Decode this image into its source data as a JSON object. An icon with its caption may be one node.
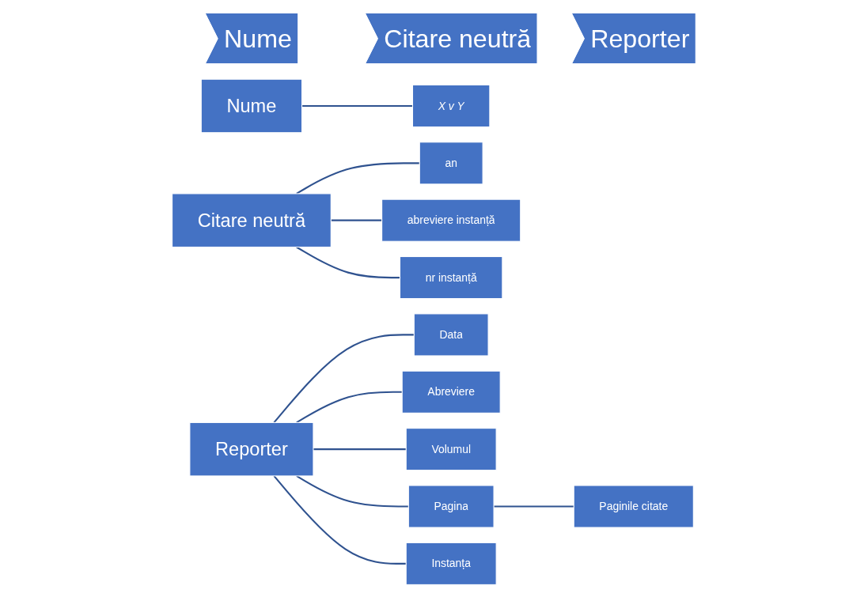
{
  "diagram": {
    "nodes": [
      {
        "text": [
          "Nume"
        ]
      },
      {
        "text": [
          "Citare neutră"
        ]
      },
      {
        "text": [
          "Reporter"
        ]
      },
      {
        "text": [
          "Nume"
        ]
      },
      {
        "text": [
          "X v Y"
        ]
      },
      {
        "text": [
          "Citare neutră"
        ]
      },
      {
        "text": [
          "an"
        ]
      },
      {
        "text": [
          "abreviere instanță"
        ]
      },
      {
        "text": [
          "nr instanță"
        ]
      },
      {
        "text": [
          "Reporter"
        ]
      },
      {
        "text": [
          "Data"
        ]
      },
      {
        "text": [
          "Abreviere"
        ]
      },
      {
        "text": [
          "Volumul"
        ]
      },
      {
        "text": [
          "Pagina"
        ]
      },
      {
        "text": [
          "Paginile citate"
        ]
      },
      {
        "text": [
          "Instanța"
        ]
      }
    ],
    "edges": [
      {
        "from": 3,
        "to": 4,
        "arrow": "none"
      },
      {
        "from": 5,
        "to": 6,
        "arrow": "none"
      },
      {
        "from": 5,
        "to": 7,
        "arrow": "none"
      },
      {
        "from": 5,
        "to": 8,
        "arrow": "none"
      },
      {
        "from": 9,
        "to": 10,
        "arrow": "none"
      },
      {
        "from": 9,
        "to": 11,
        "arrow": "none"
      },
      {
        "from": 9,
        "to": 12,
        "arrow": "none"
      },
      {
        "from": 9,
        "to": 13,
        "arrow": "none"
      },
      {
        "from": 13,
        "to": 14,
        "arrow": "none"
      },
      {
        "from": 9,
        "to": 15,
        "arrow": "none"
      }
    ]
  }
}
